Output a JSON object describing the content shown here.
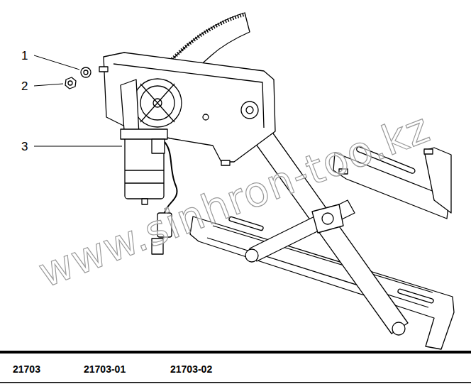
{
  "diagram": {
    "labels": [
      "1",
      "2",
      "3",
      "www.sinhron-too.kz",
      "21703",
      "21703-01",
      "21703-02"
    ]
  }
}
